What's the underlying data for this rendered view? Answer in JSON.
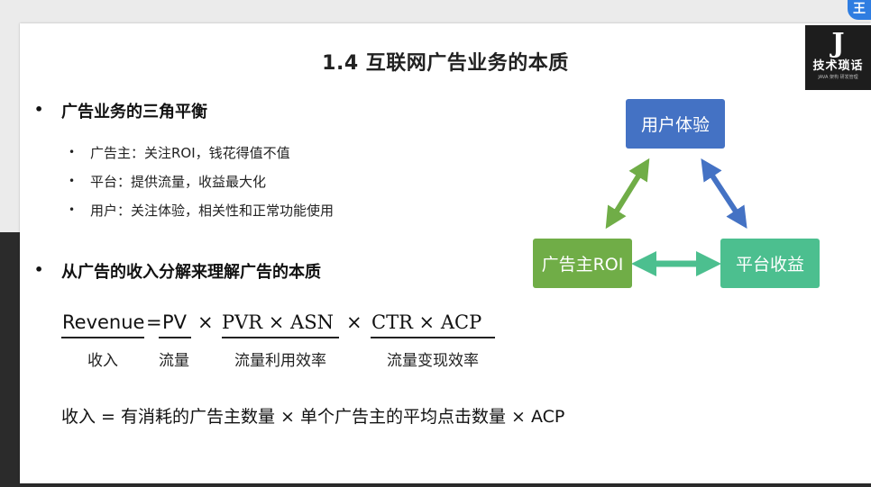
{
  "slide": {
    "title": "1.4  互联网广告业务的本质",
    "logo": {
      "mark": "J",
      "name": "技术琐话",
      "sub": "JAVA 架构 研发管理"
    },
    "section1": {
      "bullet": "•",
      "heading": "广告业务的三角平衡",
      "items": [
        "广告主：关注ROI，钱花得值不值",
        "平台：提供流量，收益最大化",
        "用户：关注体验，相关性和正常功能使用"
      ]
    },
    "section2": {
      "bullet": "•",
      "heading": "从广告的收入分解来理解广告的本质"
    },
    "formula": {
      "revenue": "Revenue",
      "eq": "=",
      "pv": "PV",
      "times": "×",
      "pvr_asn": "PVR  ×  ASN",
      "ctr_acp": "CTR  ×  ACP",
      "label_revenue": "收入",
      "label_pv": "流量",
      "label_pvr_asn": "流量利用效率",
      "label_ctr_acp": "流量变现效率"
    },
    "formula2": "收入 = 有消耗的广告主数量 × 单个广告主的平均点击数量 × ACP",
    "diagram": {
      "user": "用户体验",
      "advertiser": "广告主ROI",
      "platform": "平台收益",
      "colors": {
        "user": "#4472c4",
        "advertiser": "#70ad47",
        "platform": "#4cbf8f"
      }
    }
  },
  "corner_badge": "王"
}
